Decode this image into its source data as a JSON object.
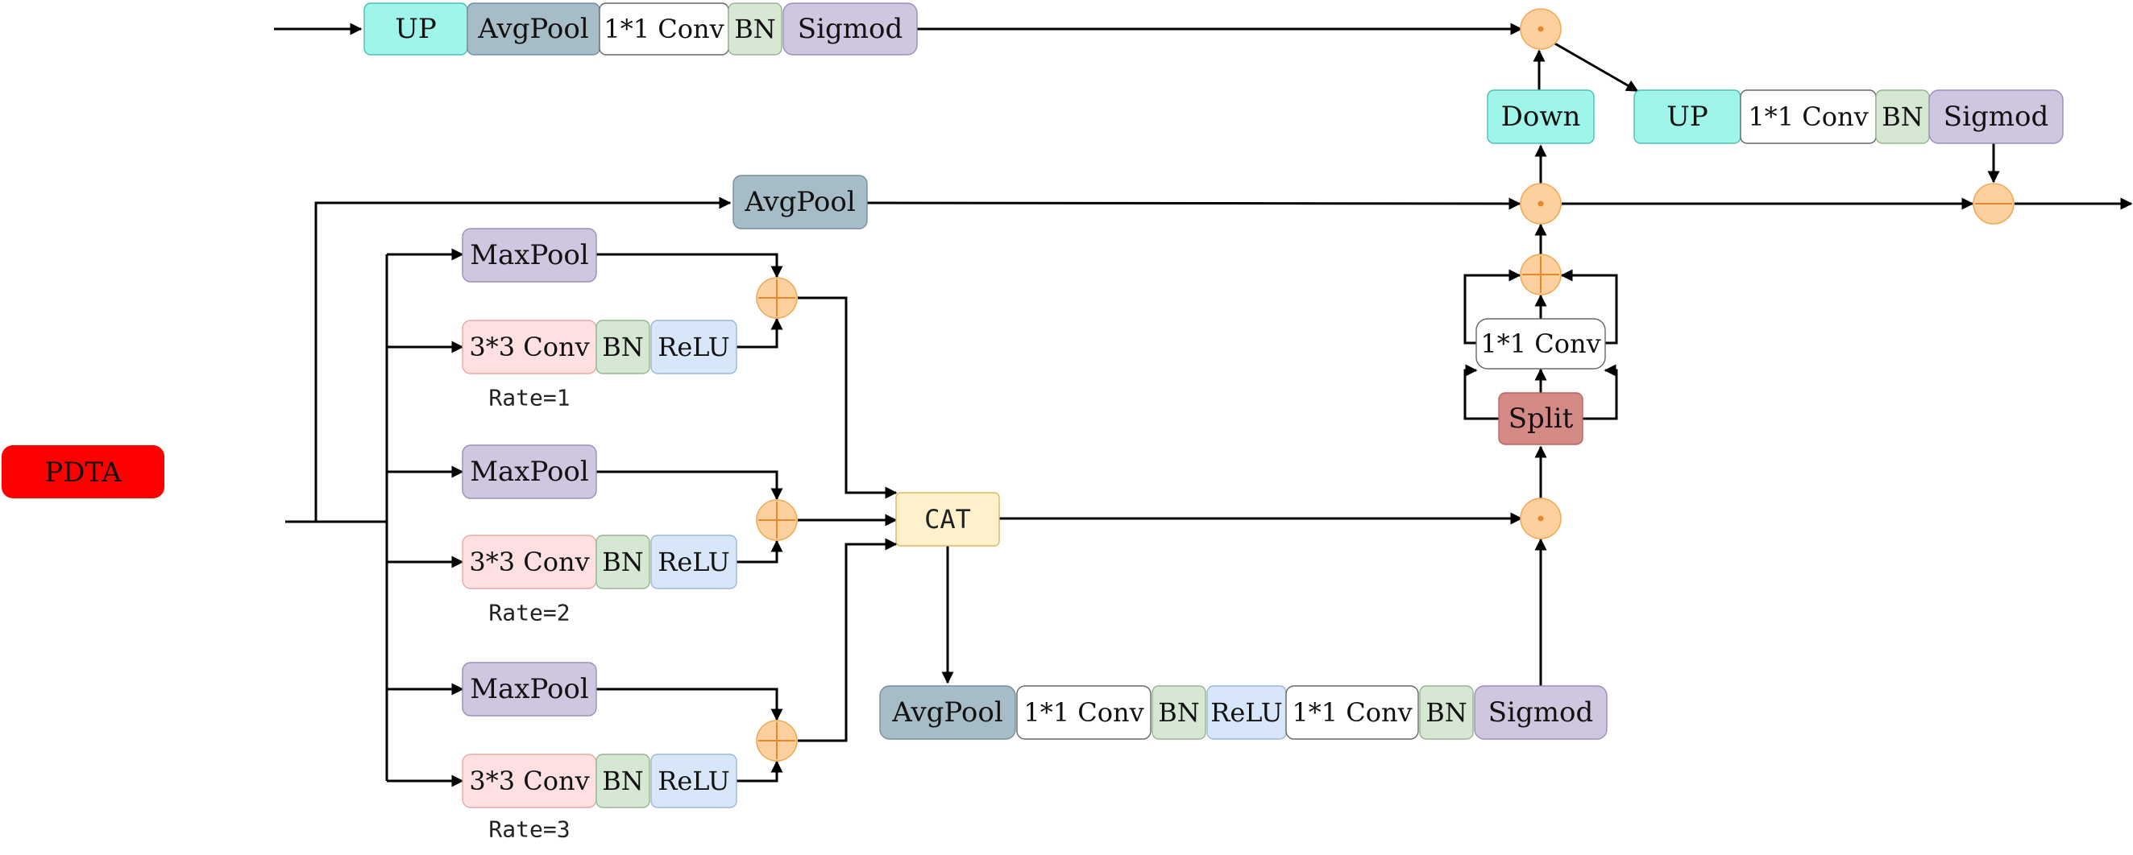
{
  "title_badge": {
    "text": "PDTA",
    "color": "#ff0000"
  },
  "colors": {
    "up": "#9ff5ea",
    "avgpool": "#a6bcc6",
    "conv": "#ffffff",
    "bn": "#d6e8d3",
    "sigmoid": "#cfc6e0",
    "maxpool": "#cfc6e0",
    "conv3": "#fde0df",
    "relu": "#d7e6f8",
    "cat": "#fff1cc",
    "split": "#d58a86",
    "down": "#9ff5ea",
    "node": "#fcd09f"
  },
  "top_branch": {
    "up": "UP",
    "avgpool": "AvgPool",
    "conv": "1*1 Conv",
    "bn": "BN",
    "sigmoid": "Sigmod"
  },
  "right_branch": {
    "up": "UP",
    "conv": "1*1 Conv",
    "bn": "BN",
    "sigmoid": "Sigmod",
    "down": "Down"
  },
  "mid_avgpool": "AvgPool",
  "dilated_branches": [
    {
      "maxpool": "MaxPool",
      "conv": "3*3 Conv",
      "bn": "BN",
      "relu": "ReLU",
      "rate": "Rate=1"
    },
    {
      "maxpool": "MaxPool",
      "conv": "3*3 Conv",
      "bn": "BN",
      "relu": "ReLU",
      "rate": "Rate=2"
    },
    {
      "maxpool": "MaxPool",
      "conv": "3*3 Conv",
      "bn": "BN",
      "relu": "ReLU",
      "rate": "Rate=3"
    }
  ],
  "cat": "CAT",
  "bottom_chain": {
    "avgpool": "AvgPool",
    "conv1": "1*1 Conv",
    "bn1": "BN",
    "relu": "ReLU",
    "conv2": "1*1 Conv",
    "bn2": "BN",
    "sigmoid": "Sigmod"
  },
  "split": "Split",
  "split_conv": "1*1 Conv"
}
